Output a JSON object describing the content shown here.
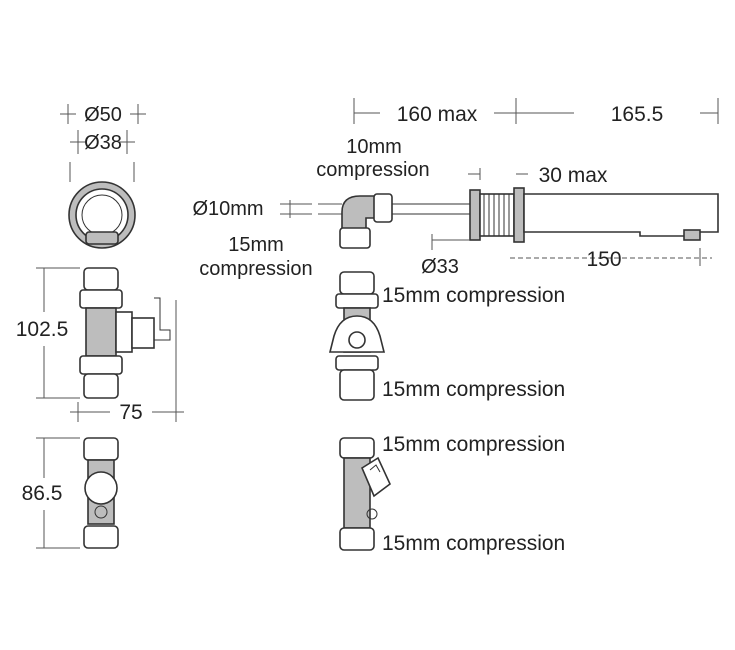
{
  "dimensions": {
    "dia_50": "Ø50",
    "dia_38": "Ø38",
    "len_160": "160 max",
    "len_165": "165.5",
    "len_30": "30 max",
    "len_150": "150",
    "dia_10mm": "Ø10mm",
    "dia_33": "Ø33",
    "h_102": "102.5",
    "w_75": "75",
    "h_86": "86.5"
  },
  "callouts": {
    "comp10_line1": "10mm",
    "comp10_line2": "compression",
    "comp15_line1": "15mm",
    "comp15_line2": "compression",
    "valve_top": "15mm compression",
    "valve_bottom": "15mm compression",
    "strainer_top": "15mm compression",
    "strainer_bottom": "15mm compression"
  }
}
